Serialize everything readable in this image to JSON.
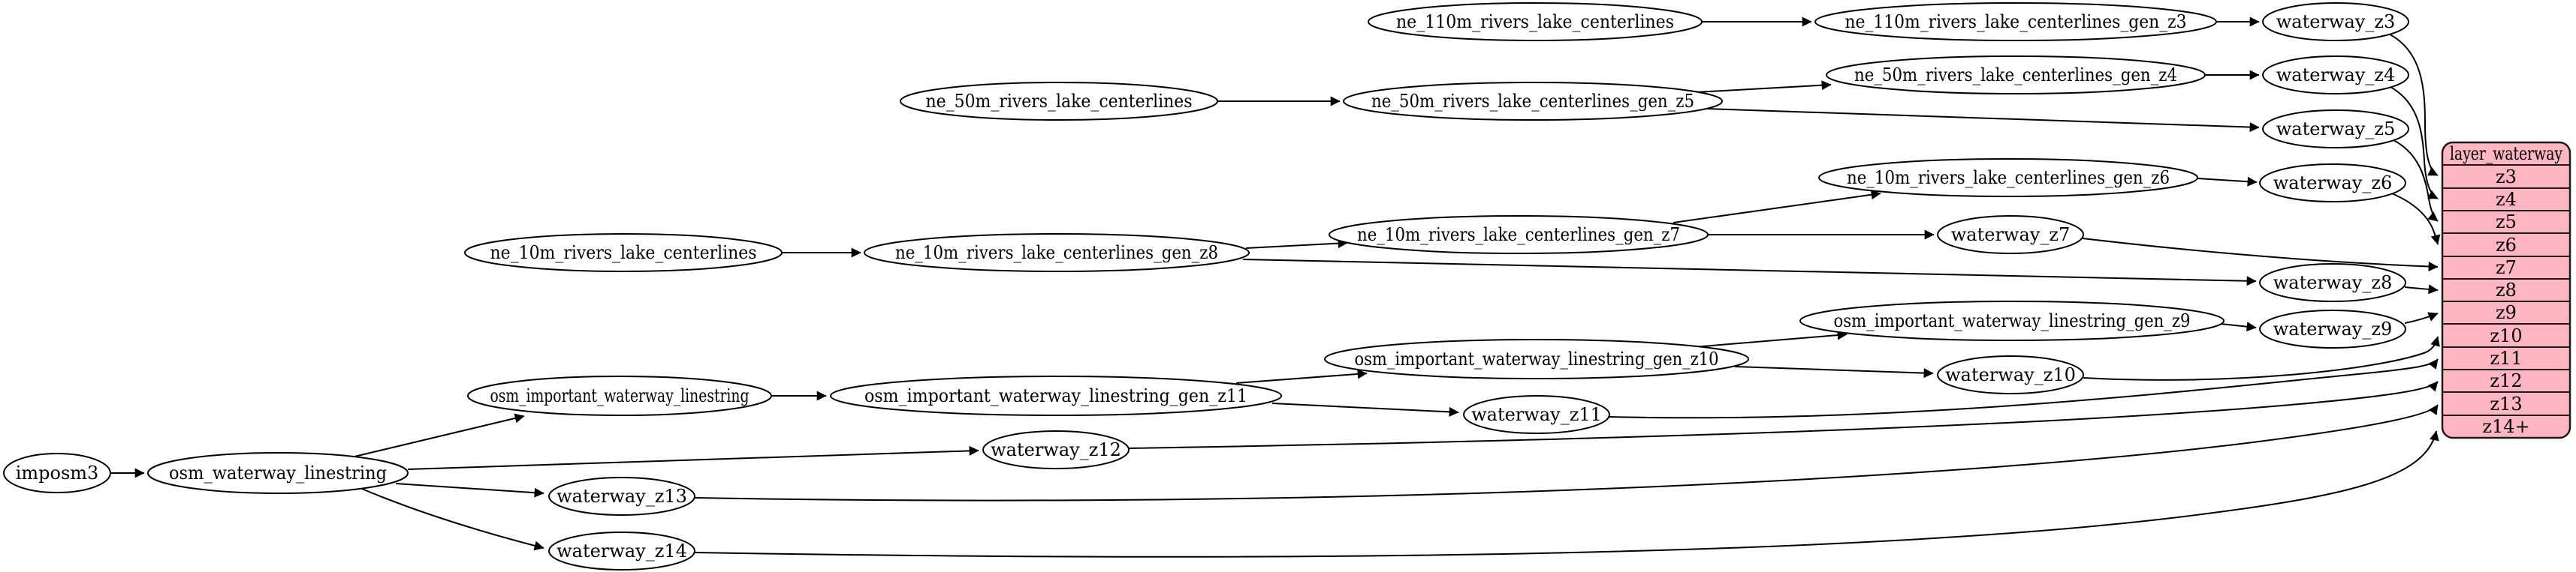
{
  "colors": {
    "background": "#ffffff",
    "node_fill": "#ffffff",
    "node_stroke": "#000000",
    "edge": "#000000",
    "table_fill": "#ffb6c1",
    "table_stroke": "#1a1a1a",
    "text": "#000000"
  },
  "nodes": {
    "imposm3": {
      "label": "imposm3"
    },
    "osm_waterway_linestring": {
      "label": "osm_waterway_linestring"
    },
    "osm_important_waterway_linestring": {
      "label": "osm_important_waterway_linestring"
    },
    "osm_important_waterway_linestring_gen_z11": {
      "label": "osm_important_waterway_linestring_gen_z11"
    },
    "osm_important_waterway_linestring_gen_z10": {
      "label": "osm_important_waterway_linestring_gen_z10"
    },
    "osm_important_waterway_linestring_gen_z9": {
      "label": "osm_important_waterway_linestring_gen_z9"
    },
    "ne_110m_rivers_lake_centerlines": {
      "label": "ne_110m_rivers_lake_centerlines"
    },
    "ne_110m_rivers_lake_centerlines_gen_z3": {
      "label": "ne_110m_rivers_lake_centerlines_gen_z3"
    },
    "ne_50m_rivers_lake_centerlines": {
      "label": "ne_50m_rivers_lake_centerlines"
    },
    "ne_50m_rivers_lake_centerlines_gen_z5": {
      "label": "ne_50m_rivers_lake_centerlines_gen_z5"
    },
    "ne_50m_rivers_lake_centerlines_gen_z4": {
      "label": "ne_50m_rivers_lake_centerlines_gen_z4"
    },
    "ne_10m_rivers_lake_centerlines": {
      "label": "ne_10m_rivers_lake_centerlines"
    },
    "ne_10m_rivers_lake_centerlines_gen_z8": {
      "label": "ne_10m_rivers_lake_centerlines_gen_z8"
    },
    "ne_10m_rivers_lake_centerlines_gen_z7": {
      "label": "ne_10m_rivers_lake_centerlines_gen_z7"
    },
    "ne_10m_rivers_lake_centerlines_gen_z6": {
      "label": "ne_10m_rivers_lake_centerlines_gen_z6"
    },
    "waterway_z3": {
      "label": "waterway_z3"
    },
    "waterway_z4": {
      "label": "waterway_z4"
    },
    "waterway_z5": {
      "label": "waterway_z5"
    },
    "waterway_z6": {
      "label": "waterway_z6"
    },
    "waterway_z7": {
      "label": "waterway_z7"
    },
    "waterway_z8": {
      "label": "waterway_z8"
    },
    "waterway_z9": {
      "label": "waterway_z9"
    },
    "waterway_z10": {
      "label": "waterway_z10"
    },
    "waterway_z11": {
      "label": "waterway_z11"
    },
    "waterway_z12": {
      "label": "waterway_z12"
    },
    "waterway_z13": {
      "label": "waterway_z13"
    },
    "waterway_z14": {
      "label": "waterway_z14"
    }
  },
  "table": {
    "title": "layer_waterway",
    "rows": [
      "z3",
      "z4",
      "z5",
      "z6",
      "z7",
      "z8",
      "z9",
      "z10",
      "z11",
      "z12",
      "z13",
      "z14+"
    ]
  },
  "edges": [
    {
      "from": "ne_110m_rivers_lake_centerlines",
      "to": "ne_110m_rivers_lake_centerlines_gen_z3"
    },
    {
      "from": "ne_110m_rivers_lake_centerlines_gen_z3",
      "to": "waterway_z3"
    },
    {
      "from": "waterway_z3",
      "to": "layer_waterway.z3"
    },
    {
      "from": "ne_50m_rivers_lake_centerlines",
      "to": "ne_50m_rivers_lake_centerlines_gen_z5"
    },
    {
      "from": "ne_50m_rivers_lake_centerlines_gen_z5",
      "to": "ne_50m_rivers_lake_centerlines_gen_z4"
    },
    {
      "from": "ne_50m_rivers_lake_centerlines_gen_z4",
      "to": "waterway_z4"
    },
    {
      "from": "waterway_z4",
      "to": "layer_waterway.z4"
    },
    {
      "from": "ne_50m_rivers_lake_centerlines_gen_z5",
      "to": "waterway_z5"
    },
    {
      "from": "waterway_z5",
      "to": "layer_waterway.z5"
    },
    {
      "from": "ne_10m_rivers_lake_centerlines",
      "to": "ne_10m_rivers_lake_centerlines_gen_z8"
    },
    {
      "from": "ne_10m_rivers_lake_centerlines_gen_z8",
      "to": "ne_10m_rivers_lake_centerlines_gen_z7"
    },
    {
      "from": "ne_10m_rivers_lake_centerlines_gen_z7",
      "to": "ne_10m_rivers_lake_centerlines_gen_z6"
    },
    {
      "from": "ne_10m_rivers_lake_centerlines_gen_z6",
      "to": "waterway_z6"
    },
    {
      "from": "waterway_z6",
      "to": "layer_waterway.z6"
    },
    {
      "from": "ne_10m_rivers_lake_centerlines_gen_z7",
      "to": "waterway_z7"
    },
    {
      "from": "waterway_z7",
      "to": "layer_waterway.z7"
    },
    {
      "from": "ne_10m_rivers_lake_centerlines_gen_z8",
      "to": "waterway_z8"
    },
    {
      "from": "waterway_z8",
      "to": "layer_waterway.z8"
    },
    {
      "from": "imposm3",
      "to": "osm_waterway_linestring"
    },
    {
      "from": "osm_waterway_linestring",
      "to": "osm_important_waterway_linestring"
    },
    {
      "from": "osm_important_waterway_linestring",
      "to": "osm_important_waterway_linestring_gen_z11"
    },
    {
      "from": "osm_important_waterway_linestring_gen_z11",
      "to": "osm_important_waterway_linestring_gen_z10"
    },
    {
      "from": "osm_important_waterway_linestring_gen_z10",
      "to": "osm_important_waterway_linestring_gen_z9"
    },
    {
      "from": "osm_important_waterway_linestring_gen_z9",
      "to": "waterway_z9"
    },
    {
      "from": "waterway_z9",
      "to": "layer_waterway.z9"
    },
    {
      "from": "osm_important_waterway_linestring_gen_z10",
      "to": "waterway_z10"
    },
    {
      "from": "waterway_z10",
      "to": "layer_waterway.z10"
    },
    {
      "from": "osm_important_waterway_linestring_gen_z11",
      "to": "waterway_z11"
    },
    {
      "from": "waterway_z11",
      "to": "layer_waterway.z11"
    },
    {
      "from": "osm_waterway_linestring",
      "to": "waterway_z12"
    },
    {
      "from": "waterway_z12",
      "to": "layer_waterway.z12"
    },
    {
      "from": "osm_waterway_linestring",
      "to": "waterway_z13"
    },
    {
      "from": "waterway_z13",
      "to": "layer_waterway.z13"
    },
    {
      "from": "osm_waterway_linestring",
      "to": "waterway_z14"
    },
    {
      "from": "waterway_z14",
      "to": "layer_waterway.z14+"
    }
  ]
}
